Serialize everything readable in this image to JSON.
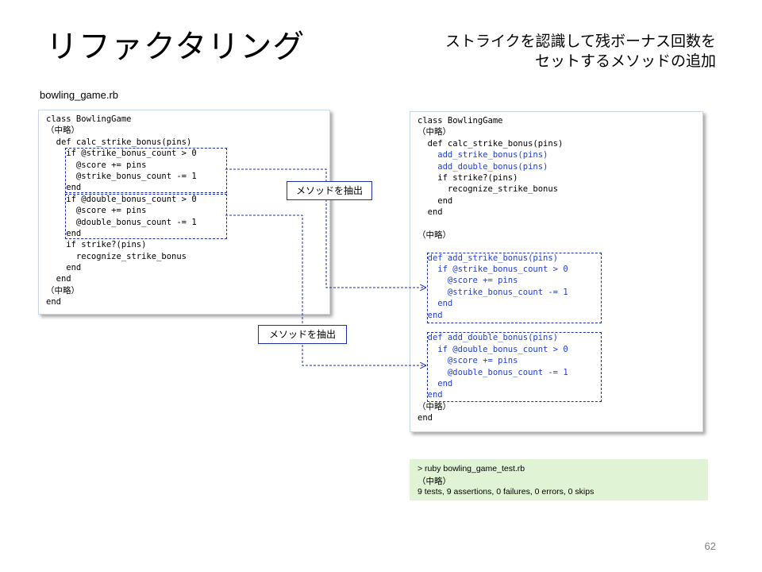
{
  "slide": {
    "title": "リファクタリング",
    "subtitle_line1": "ストライクを認識して残ボーナス回数を",
    "subtitle_line2": "セットするメソッドの追加",
    "filename": "bowling_game.rb",
    "page_number": "62"
  },
  "left_code": [
    "class BowlingGame",
    "（中略）",
    "  def calc_strike_bonus(pins)",
    "    if @strike_bonus_count > 0",
    "      @score += pins",
    "      @strike_bonus_count -= 1",
    "    end",
    "    if @double_bonus_count > 0",
    "      @score += pins",
    "      @double_bonus_count -= 1",
    "    end",
    "    if strike?(pins)",
    "      recognize_strike_bonus",
    "    end",
    "  end",
    "（中略）",
    "end"
  ],
  "right_code": [
    "class BowlingGame",
    "（中略）",
    "  def calc_strike_bonus(pins)",
    "    add_strike_bonus(pins)",
    "    add_double_bonus(pins)",
    "    if strike?(pins)",
    "      recognize_strike_bonus",
    "    end",
    "  end",
    "",
    "（中略）",
    "",
    "  def add_strike_bonus(pins)",
    "    if @strike_bonus_count > 0",
    "      @score += pins",
    "      @strike_bonus_count -= 1",
    "    end",
    "  end",
    "",
    "  def add_double_bonus(pins)",
    "    if @double_bonus_count > 0",
    "      @score += pins",
    "      @double_bonus_count -= 1",
    "    end",
    "  end",
    "（中略）",
    "end"
  ],
  "labels": {
    "extract_1": "メソッドを抽出",
    "extract_2": "メソッドを抽出"
  },
  "test_output": {
    "command": "> ruby bowling_game_test.rb",
    "omitted": "（中略）",
    "result": "9 tests, 9 assertions, 0 failures, 0 errors, 0 skips"
  },
  "colors": {
    "highlight_blue": "#1f3fd1",
    "test_bg": "#e0f3d4"
  }
}
